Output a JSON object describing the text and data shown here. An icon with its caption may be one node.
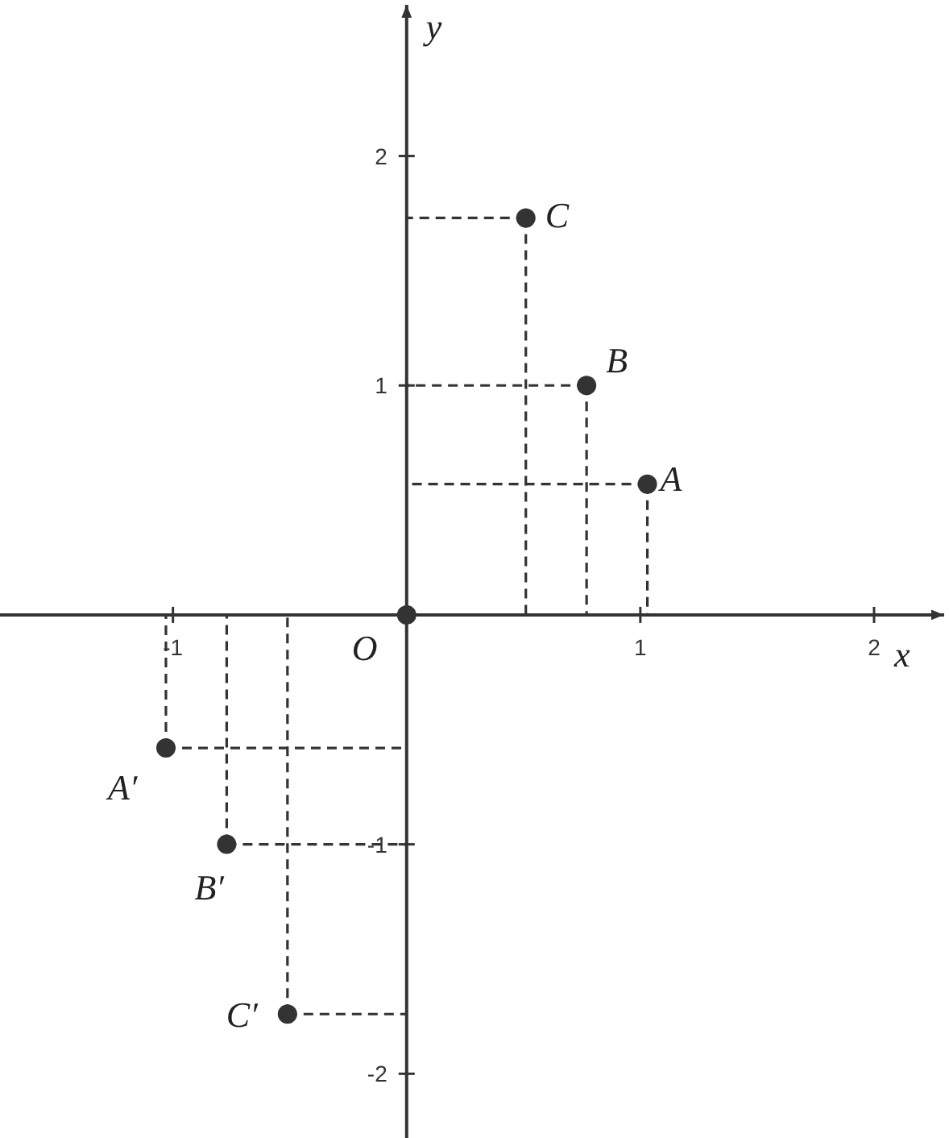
{
  "diagram": {
    "chart_data": {
      "type": "scatter",
      "xlabel": "x",
      "ylabel": "y",
      "xlim": [
        -1.74,
        2.3
      ],
      "ylim": [
        -2.28,
        2.68
      ],
      "xticks": [
        -1,
        1,
        2
      ],
      "yticks": [
        -2,
        -1,
        1,
        2
      ],
      "series": [
        {
          "name": "O",
          "color": "#333333",
          "x": [
            0
          ],
          "values": [
            0
          ]
        },
        {
          "name": "A",
          "color": "#333333",
          "x": [
            1.03
          ],
          "values": [
            0.57
          ]
        },
        {
          "name": "B",
          "color": "#333333",
          "x": [
            0.77
          ],
          "values": [
            1
          ]
        },
        {
          "name": "C",
          "color": "#333333",
          "x": [
            0.51
          ],
          "values": [
            1.73
          ]
        },
        {
          "name": "A′",
          "color": "#333333",
          "x": [
            -1.03
          ],
          "values": [
            -0.58
          ]
        },
        {
          "name": "B′",
          "color": "#333333",
          "x": [
            -0.77
          ],
          "values": [
            -1
          ]
        },
        {
          "name": "C′",
          "color": "#333333",
          "x": [
            -0.51
          ],
          "values": [
            -1.74
          ]
        }
      ]
    }
  }
}
